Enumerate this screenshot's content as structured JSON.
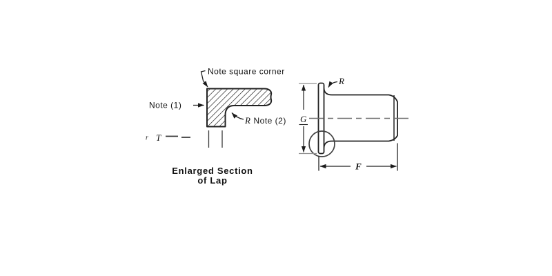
{
  "left_view": {
    "note_square_corner": "Note square corner",
    "note_1": "Note (1)",
    "radius_letter": "R",
    "note_2": "Note (2)",
    "tick_mark": "r",
    "thickness_letter": "T",
    "title_line1": "Enlarged Section",
    "title_line2": "of Lap"
  },
  "right_view": {
    "radius_letter": "R",
    "height_letter": "G",
    "length_letter": "F"
  },
  "colors": {
    "main_line": "#222222",
    "centerline_gray": "#6e6e6e",
    "extension_gray": "#8f8f8f",
    "text": "#111111",
    "background": "#ffffff"
  }
}
